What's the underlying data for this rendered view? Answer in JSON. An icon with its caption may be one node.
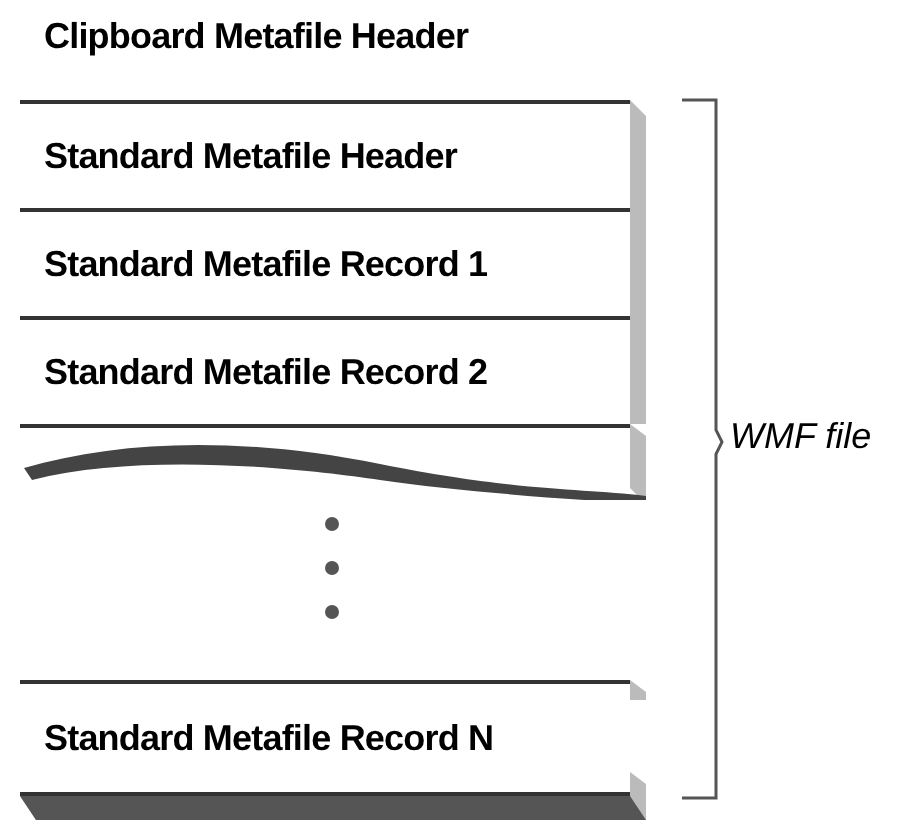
{
  "diagram": {
    "nodes": [
      {
        "text": [
          "Standard Metafile Header"
        ]
      },
      {
        "text": [
          "Standard Metafile Record 1"
        ]
      },
      {
        "text": [
          "Standard Metafile Record 2"
        ]
      },
      {
        "text": [],
        "shape": "box"
      },
      {
        "text": [
          "Standard Metafile Record N"
        ]
      }
    ],
    "edges": [],
    "labels": [
      "Clipboard Metafile Header",
      "WMF file"
    ]
  }
}
